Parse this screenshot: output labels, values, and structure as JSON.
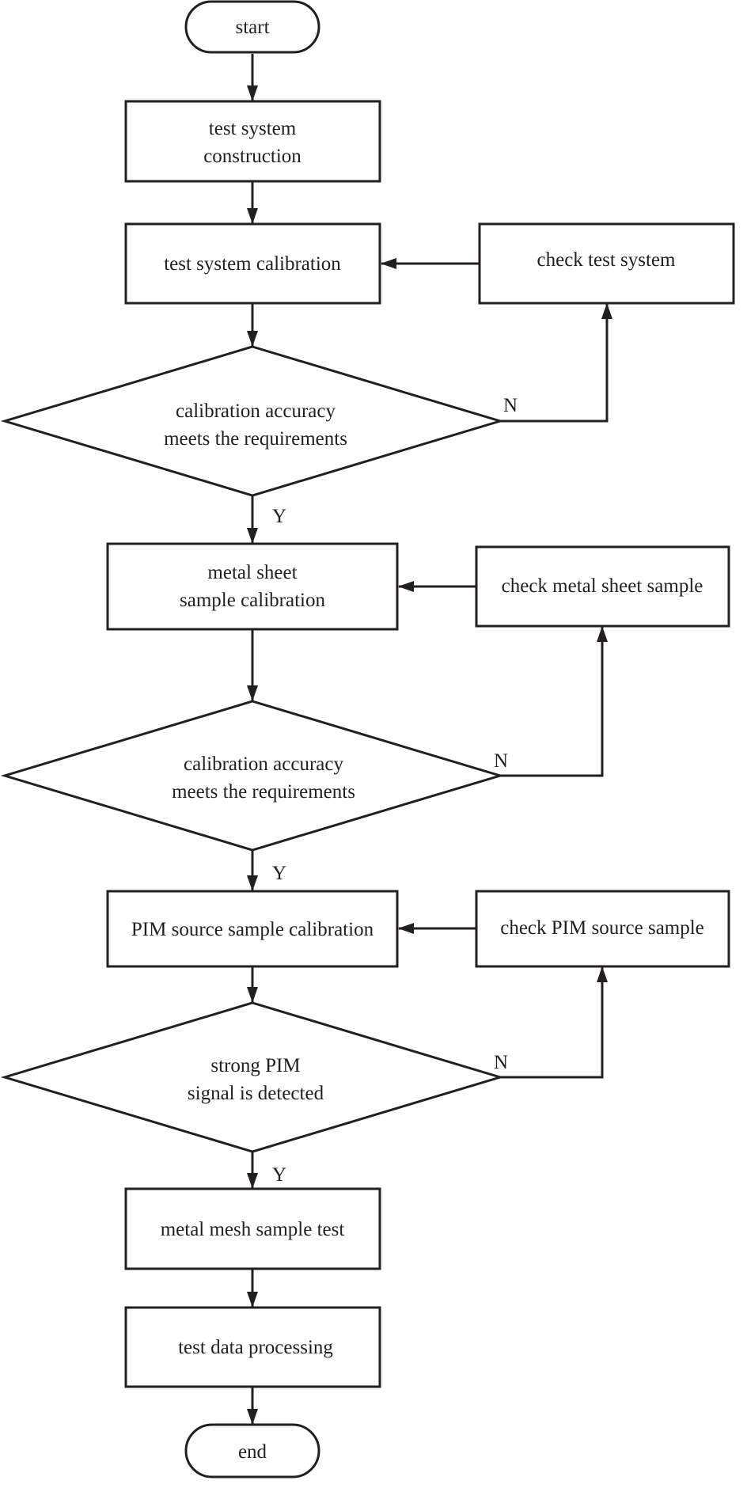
{
  "diagram": {
    "nodes": {
      "start": {
        "kind": "terminal",
        "lines": [
          "start"
        ]
      },
      "construction": {
        "kind": "process",
        "lines": [
          "test system",
          "construction"
        ]
      },
      "calibration": {
        "kind": "process",
        "lines": [
          "test system calibration"
        ]
      },
      "check_system": {
        "kind": "process",
        "lines": [
          "check test system"
        ]
      },
      "decision_1": {
        "kind": "decision",
        "lines": [
          "calibration accuracy",
          "meets the requirements"
        ]
      },
      "sheet_calibration": {
        "kind": "process",
        "lines": [
          "metal sheet",
          "sample calibration"
        ]
      },
      "check_sheet": {
        "kind": "process",
        "lines": [
          "check metal sheet sample"
        ]
      },
      "decision_2": {
        "kind": "decision",
        "lines": [
          "calibration accuracy",
          "meets the requirements"
        ]
      },
      "pim_calibration": {
        "kind": "process",
        "lines": [
          "PIM source sample calibration"
        ]
      },
      "check_pim": {
        "kind": "process",
        "lines": [
          "check PIM source sample"
        ]
      },
      "decision_3": {
        "kind": "decision",
        "lines": [
          "strong PIM",
          "signal is detected"
        ]
      },
      "mesh_test": {
        "kind": "process",
        "lines": [
          "metal mesh sample test"
        ]
      },
      "data_processing": {
        "kind": "process",
        "lines": [
          "test data processing"
        ]
      },
      "end": {
        "kind": "terminal",
        "lines": [
          "end"
        ]
      }
    },
    "edges": [
      {
        "from": "start",
        "to": "construction",
        "label": ""
      },
      {
        "from": "construction",
        "to": "calibration",
        "label": ""
      },
      {
        "from": "calibration",
        "to": "decision_1",
        "label": ""
      },
      {
        "from": "decision_1",
        "to": "check_system",
        "label": "N"
      },
      {
        "from": "check_system",
        "to": "calibration",
        "label": ""
      },
      {
        "from": "decision_1",
        "to": "sheet_calibration",
        "label": "Y"
      },
      {
        "from": "sheet_calibration",
        "to": "decision_2",
        "label": ""
      },
      {
        "from": "decision_2",
        "to": "check_sheet",
        "label": "N"
      },
      {
        "from": "check_sheet",
        "to": "sheet_calibration",
        "label": ""
      },
      {
        "from": "decision_2",
        "to": "pim_calibration",
        "label": "Y"
      },
      {
        "from": "pim_calibration",
        "to": "decision_3",
        "label": ""
      },
      {
        "from": "decision_3",
        "to": "check_pim",
        "label": "N"
      },
      {
        "from": "check_pim",
        "to": "pim_calibration",
        "label": ""
      },
      {
        "from": "decision_3",
        "to": "mesh_test",
        "label": "Y"
      },
      {
        "from": "mesh_test",
        "to": "data_processing",
        "label": ""
      },
      {
        "from": "data_processing",
        "to": "end",
        "label": ""
      }
    ]
  },
  "colors": {
    "stroke": "#231f20",
    "fill": "#ffffff",
    "text": "#231f20"
  }
}
